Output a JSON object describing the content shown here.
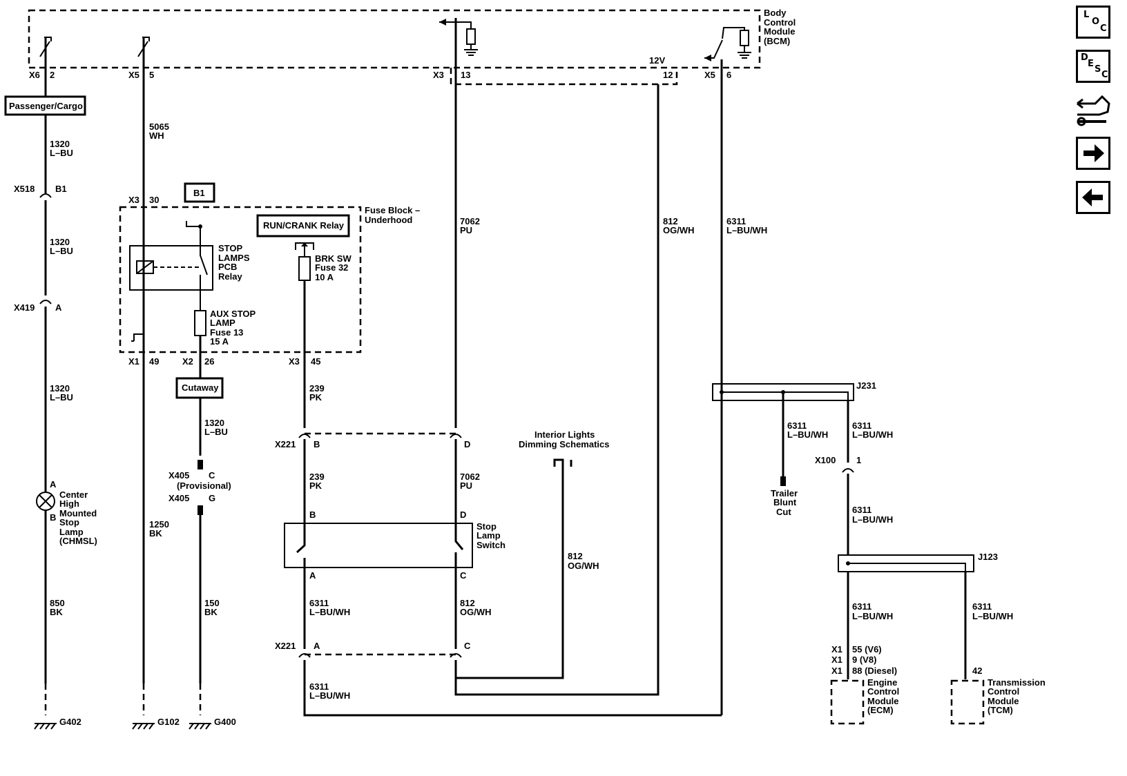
{
  "nav": {
    "loc": [
      "L",
      "O",
      "C"
    ],
    "desc": [
      "D",
      "E",
      "S",
      "C"
    ]
  },
  "bcm": {
    "label": [
      "Body",
      "Control",
      "Module",
      "(BCM)"
    ],
    "voltage": "12V"
  },
  "connectors": {
    "x6": "X6",
    "x6_pin": "2",
    "x5a": "X5",
    "x5a_pin": "5",
    "x3": "X3",
    "x3_pin": "13",
    "pin12": "12",
    "x5b": "X5",
    "x5b_pin": "6",
    "fb_x3": "X3",
    "fb_x3_pin": "30",
    "x1": "X1",
    "x1_pin": "49",
    "x2": "X2",
    "x2_pin": "26",
    "fb_x3b": "X3",
    "fb_x3b_pin": "45",
    "x518": "X518",
    "x518_pin": "B1",
    "x419": "X419",
    "x419_pin": "A",
    "x221_b": "X221",
    "x221_b_pin": "B",
    "x221_d": "D",
    "x221_a": "X221",
    "x221_a_pin": "A",
    "x221_c": "C",
    "x405_top": "X405",
    "x405_top_pin": "C",
    "x405_prov": "(Provisional)",
    "x405_bot": "X405",
    "x405_bot_pin": "G",
    "x100": "X100",
    "x100_pin": "1",
    "sw_b": "B",
    "sw_d": "D",
    "sw_a": "A",
    "sw_c": "C",
    "lamp_a": "A",
    "lamp_b": "B",
    "ecm_x1": [
      "X1",
      "X1",
      "X1"
    ],
    "ecm_pins": [
      "55 (V6)",
      "9 (V8)",
      "88 (Diesel)"
    ],
    "tcm_pin": "42"
  },
  "wires": {
    "w1320_a": [
      "1320",
      "L–BU"
    ],
    "w1320_b": [
      "1320",
      "L–BU"
    ],
    "w1320_c": [
      "1320",
      "L–BU"
    ],
    "w1320_d": [
      "1320",
      "L–BU"
    ],
    "w5065": [
      "5065",
      "WH"
    ],
    "w7062_a": [
      "7062",
      "PU"
    ],
    "w7062_b": [
      "7062",
      "PU"
    ],
    "w812_a": [
      "812",
      "OG/WH"
    ],
    "w812_b": [
      "812",
      "OG/WH"
    ],
    "w812_c": [
      "812",
      "OG/WH"
    ],
    "w6311_a": [
      "6311",
      "L–BU/WH"
    ],
    "w6311_b": [
      "6311",
      "L–BU/WH"
    ],
    "w6311_c": [
      "6311",
      "L–BU/WH"
    ],
    "w6311_d": [
      "6311",
      "L–BU/WH"
    ],
    "w6311_e": [
      "6311",
      "L–BU/WH"
    ],
    "w6311_f": [
      "6311",
      "L–BU/WH"
    ],
    "w6311_g": [
      "6311",
      "L–BU/WH"
    ],
    "w6311_h": [
      "6311",
      "L–BU/WH"
    ],
    "w239_a": [
      "239",
      "PK"
    ],
    "w239_b": [
      "239",
      "PK"
    ],
    "w850": [
      "850",
      "BK"
    ],
    "w1250": [
      "1250",
      "BK"
    ],
    "w150": [
      "150",
      "BK"
    ]
  },
  "components": {
    "passenger_cargo": "Passenger/Cargo",
    "b1_badge": "B1",
    "fuse_block": [
      "Fuse Block –",
      "Underhood"
    ],
    "run_crank": "RUN/CRANK Relay",
    "relay": [
      "STOP",
      "LAMPS",
      "PCB",
      "Relay"
    ],
    "brk_fuse": [
      "BRK SW",
      "Fuse 32",
      "10 A"
    ],
    "aux_fuse": [
      "AUX STOP",
      "LAMP",
      "Fuse 13",
      "15 A"
    ],
    "cutaway": "Cutaway",
    "chmsl": [
      "Center",
      "High",
      "Mounted",
      "Stop",
      "Lamp",
      "(CHMSL)"
    ],
    "dimming": [
      "Interior Lights",
      "Dimming Schematics"
    ],
    "stop_switch": [
      "Stop",
      "Lamp",
      "Switch"
    ],
    "j231": "J231",
    "j123": "J123",
    "trailer": [
      "Trailer",
      "Blunt",
      "Cut"
    ],
    "ecm": [
      "Engine",
      "Control",
      "Module",
      "(ECM)"
    ],
    "tcm": [
      "Transmission",
      "Control",
      "Module",
      "(TCM)"
    ],
    "grounds": [
      "G402",
      "G102",
      "G400"
    ]
  }
}
